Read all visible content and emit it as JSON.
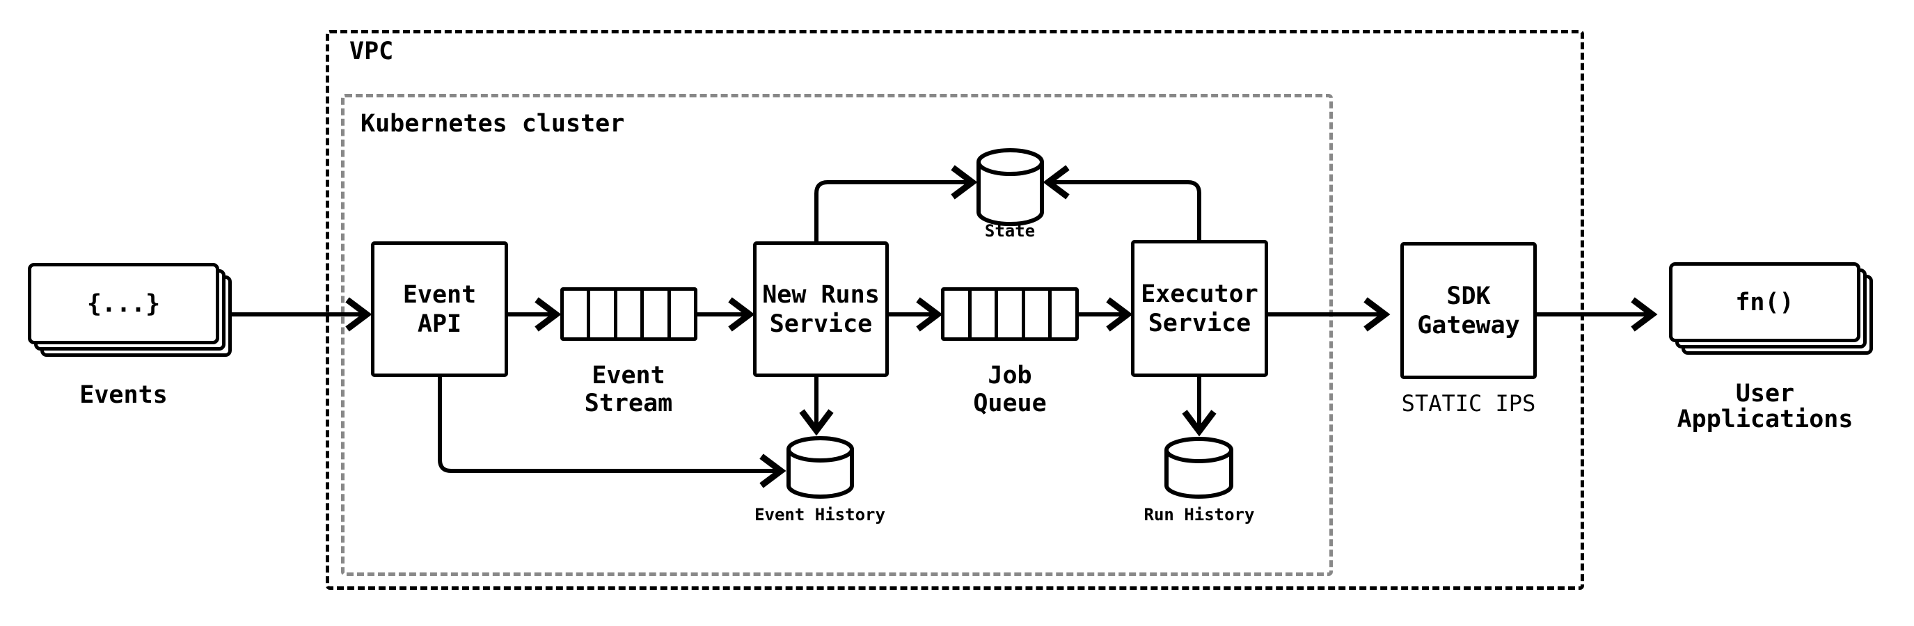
{
  "containers": {
    "vpc_label": "VPC",
    "k8s_label": "Kubernetes cluster"
  },
  "nodes": {
    "events": {
      "icon_text": "{...}",
      "label": "Events"
    },
    "event_api": {
      "label": "Event\nAPI"
    },
    "event_stream": {
      "label": "Event\nStream"
    },
    "new_runs_service": {
      "label": "New Runs\nService"
    },
    "state": {
      "label": "State"
    },
    "job_queue": {
      "label": "Job\nQueue"
    },
    "executor_service": {
      "label": "Executor\nService"
    },
    "event_history": {
      "label": "Event History"
    },
    "run_history": {
      "label": "Run History"
    },
    "sdk_gateway": {
      "label": "SDK\nGateway",
      "sublabel": "STATIC IPS"
    },
    "user_applications": {
      "icon_text": "fn()",
      "label": "User\nApplications"
    }
  },
  "icons": {
    "events": "stacked-documents-icon",
    "event_stream": "queue-icon",
    "job_queue": "queue-icon",
    "state": "database-cylinder-icon",
    "event_history": "database-cylinder-icon",
    "run_history": "database-cylinder-icon",
    "user_applications": "stacked-documents-icon"
  },
  "colors": {
    "background": "#ffffff",
    "line": "#000000",
    "k8s_border": "#888888"
  }
}
